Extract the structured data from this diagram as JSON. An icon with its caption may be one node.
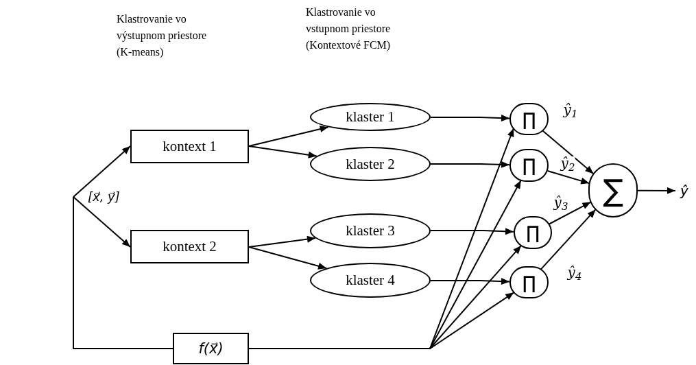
{
  "diagram": {
    "nodes": [
      {
        "text": [
          "[x⃗, y⃗]"
        ]
      },
      {
        "text": [
          "kontext 1"
        ]
      },
      {
        "text": [
          "kontext 2"
        ]
      },
      {
        "text": [
          "klaster 1"
        ]
      },
      {
        "text": [
          "klaster 2"
        ]
      },
      {
        "text": [
          "klaster 3"
        ]
      },
      {
        "text": [
          "klaster 4"
        ]
      },
      {
        "text": [
          "f(x⃗)"
        ]
      },
      {
        "text": [
          "∏"
        ]
      },
      {
        "text": [
          "∏"
        ]
      },
      {
        "text": [
          "∏"
        ]
      },
      {
        "text": [
          "∏"
        ]
      },
      {
        "text": [
          "∑"
        ]
      },
      {
        "text": [
          "ŷ"
        ]
      }
    ],
    "edges": [
      {
        "from": 0,
        "to": 1,
        "arrow": "to"
      },
      {
        "from": 0,
        "to": 2,
        "arrow": "to"
      },
      {
        "from": 0,
        "to": 7,
        "arrow": "none"
      },
      {
        "from": 1,
        "to": 3,
        "arrow": "to"
      },
      {
        "from": 1,
        "to": 4,
        "arrow": "to"
      },
      {
        "from": 2,
        "to": 5,
        "arrow": "to"
      },
      {
        "from": 2,
        "to": 6,
        "arrow": "to"
      },
      {
        "from": 3,
        "to": 8,
        "arrow": "to"
      },
      {
        "from": 4,
        "to": 9,
        "arrow": "to"
      },
      {
        "from": 5,
        "to": 10,
        "arrow": "to"
      },
      {
        "from": 6,
        "to": 11,
        "arrow": "to"
      },
      {
        "from": 7,
        "to": 8,
        "arrow": "to"
      },
      {
        "from": 7,
        "to": 9,
        "arrow": "to"
      },
      {
        "from": 7,
        "to": 10,
        "arrow": "to"
      },
      {
        "from": 7,
        "to": 11,
        "arrow": "to"
      },
      {
        "from": 8,
        "to": 12,
        "arrow": "to",
        "label": "ŷ$_{1}$"
      },
      {
        "from": 9,
        "to": 12,
        "arrow": "to",
        "label": "ŷ$_{2}$"
      },
      {
        "from": 10,
        "to": 12,
        "arrow": "to",
        "label": "ŷ$_{3}$"
      },
      {
        "from": 11,
        "to": 12,
        "arrow": "to",
        "label": "ŷ$_{4}$"
      },
      {
        "from": 12,
        "to": 13,
        "arrow": "to"
      }
    ],
    "labels": [
      "Klastrovanie vo výstupnom priestore (K-means)",
      "Klastrovanie vo vstupnom priestore (Kontextové FCM)"
    ]
  }
}
